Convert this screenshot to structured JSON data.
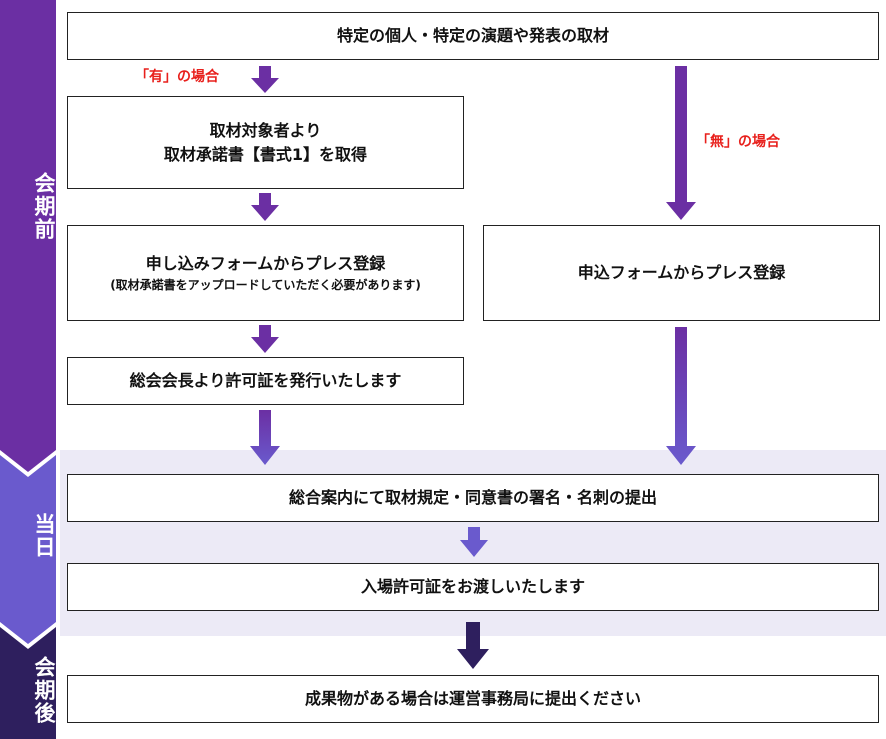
{
  "phases": {
    "before": "会期前",
    "day": "当日",
    "after": "会期後"
  },
  "top_box": "特定の個人・特定の演題や発表の取材",
  "left_path": {
    "condition": "「有」の場合",
    "consent_line1": "取材対象者より",
    "consent_line2": "取材承諾書【書式1】を取得",
    "register_main": "申し込みフォームからプレス登録",
    "register_sub": "(取材承諾書をアップロードしていただく必要があります)",
    "permit": "総会会長より許可証を発行いたします"
  },
  "right_path": {
    "condition": "「無」の場合",
    "register": "申込フォームからプレス登録"
  },
  "day_steps": {
    "reception": "総合案内にて取材規定・同意書の署名・名刺の提出",
    "admission": "入場許可証をお渡しいたします"
  },
  "after_step": "成果物がある場合は運営事務局に提出ください",
  "colors": {
    "phase_before": "#6b2fa3",
    "phase_day": "#6a5acd",
    "phase_after": "#2e1f5e",
    "arrow_purple": "#6b2fa3",
    "arrow_blue": "#6a5acd",
    "arrow_dark": "#2e1f5e",
    "note_red": "#e8201c",
    "day_band": "#eceaf6"
  }
}
